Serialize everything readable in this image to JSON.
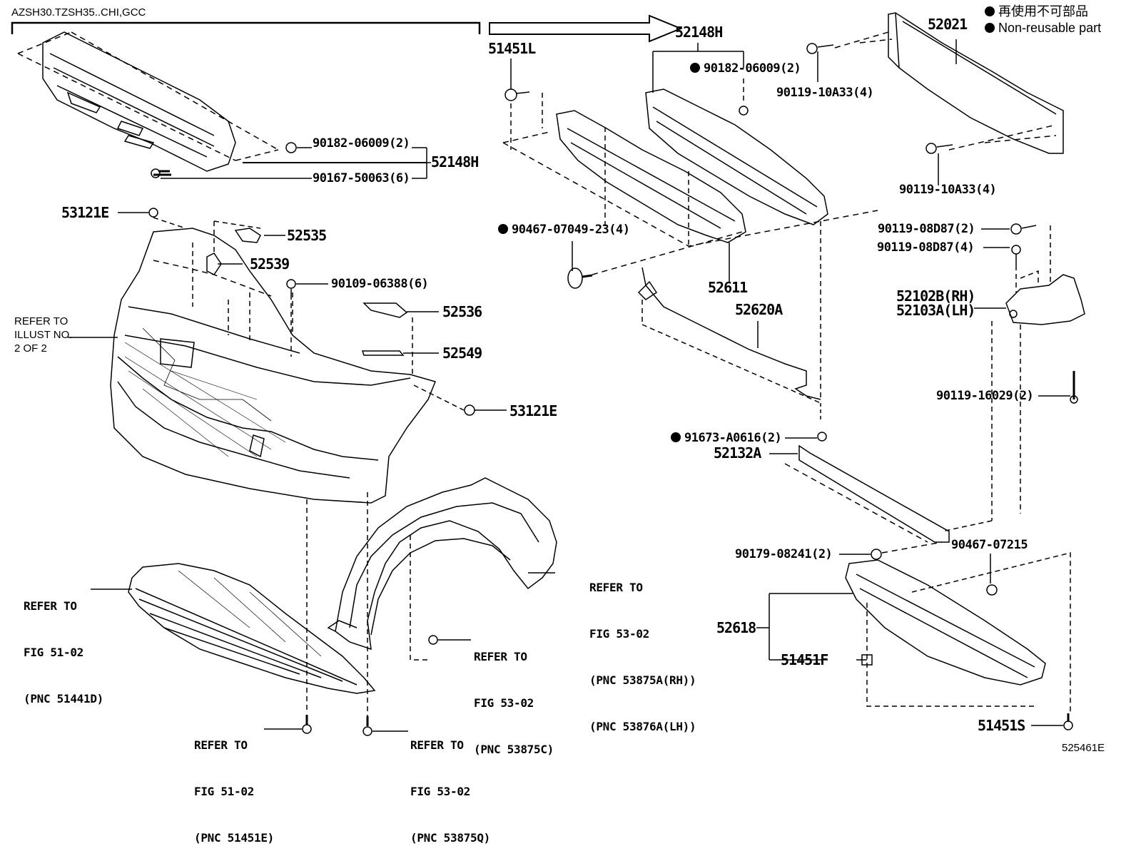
{
  "header": {
    "model_code": "AZSH30.TZSH35..CHI,GCC",
    "illustration_id": "525461E"
  },
  "legend": {
    "symbol": "solid-dot",
    "label_jp": "再使用不可部品",
    "label_en": "Non-reusable part"
  },
  "parts": {
    "p52148H_top": "52148H",
    "p52148H_left": "52148H",
    "p51451L": "51451L",
    "p90182_right": "90182-06009(2)",
    "p90182_left": "90182-06009(2)",
    "p90167": "90167-50063(6)",
    "p52021": "52021",
    "p90119_10A33_a": "90119-10A33(4)",
    "p90119_10A33_b": "90119-10A33(4)",
    "p53121E_a": "53121E",
    "p53121E_b": "53121E",
    "p52535": "52535",
    "p52539": "52539",
    "p90109": "90109-06388(6)",
    "p52536": "52536",
    "p52549": "52549",
    "p90467_07049": "90467-07049-23(4)",
    "p52611": "52611",
    "p52620A": "52620A",
    "p90119_08D87_2": "90119-08D87(2)",
    "p90119_08D87_4": "90119-08D87(4)",
    "p52102B": "52102B(RH)",
    "p52103A": "52103A(LH)",
    "p90119_16029": "90119-16029(2)",
    "p91673": "91673-A0616(2)",
    "p52132A": "52132A",
    "p90179": "90179-08241(2)",
    "p90467_07215": "90467-07215",
    "p52618": "52618",
    "p51451F": "51451F",
    "p51451S": "51451S"
  },
  "non_reusable": [
    "90182-06009(2)",
    "90467-07049-23(4)",
    "91673-A0616(2)"
  ],
  "references": {
    "illust": {
      "line1": "REFER TO",
      "line2": "ILLUST NO.",
      "line3": "2 OF 2"
    },
    "fig51_02_51441D": {
      "line1": "REFER TO",
      "line2": "FIG 51-02",
      "line3": "(PNC 51441D)"
    },
    "fig53_02_53875A": {
      "line1": "REFER TO",
      "line2": "FIG 53-02",
      "line3": "(PNC 53875A(RH))",
      "line4": "(PNC 53876A(LH))"
    },
    "fig53_02_53875C": {
      "line1": "REFER TO",
      "line2": "FIG 53-02",
      "line3": "(PNC 53875C)"
    },
    "fig51_02_51451E": {
      "line1": "REFER TO",
      "line2": "FIG 51-02",
      "line3": "(PNC 51451E)"
    },
    "fig53_02_53875Q": {
      "line1": "REFER TO",
      "line2": "FIG 53-02",
      "line3": "(PNC 53875Q)"
    }
  }
}
